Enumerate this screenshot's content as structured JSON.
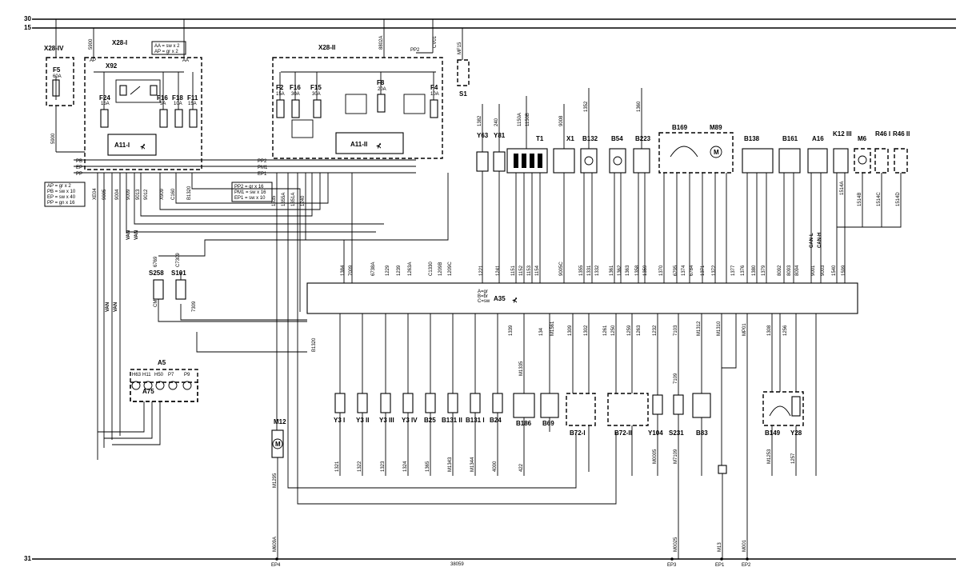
{
  "rails": [
    {
      "id": "rail-30",
      "label": "30"
    },
    {
      "id": "rail-15",
      "label": "15"
    },
    {
      "id": "rail-31",
      "label": "31"
    }
  ],
  "ground_points": [
    "EP4",
    "38059",
    "EP3",
    "EP1",
    "EP2"
  ],
  "relay_boxes": [
    {
      "name": "X28-IV",
      "fuses": [
        {
          "id": "F5",
          "rating": "60A"
        }
      ]
    },
    {
      "name": "X28-I",
      "fuses": [
        {
          "id": "F24",
          "rating": "15A"
        },
        {
          "id": "F16",
          "rating": "5A"
        },
        {
          "id": "F18",
          "rating": "10A"
        },
        {
          "id": "F11",
          "rating": "15A"
        }
      ],
      "relay": "X92",
      "module": "A11-I"
    },
    {
      "name": "X28-II",
      "fuses": [
        {
          "id": "F2",
          "rating": "15A"
        },
        {
          "id": "F16",
          "rating": "30A"
        },
        {
          "id": "F15",
          "rating": "30A"
        },
        {
          "id": "F8",
          "rating": "20A"
        },
        {
          "id": "F4",
          "rating": "10A"
        }
      ],
      "module": "A11-II"
    }
  ],
  "legends": [
    {
      "id": "legend-x28-i",
      "lines": [
        "AA = sw x 2",
        "AP = gr x 2"
      ]
    },
    {
      "id": "legend-left",
      "lines": [
        "AP = gr x 2",
        "PB = sw x 10",
        "EP = sw x 40",
        "PP = gn x 16"
      ]
    },
    {
      "id": "legend-mid",
      "lines": [
        "PP2 = gr x 16",
        "PM1 = sw x 16",
        "EP1 = sw x 10"
      ]
    },
    {
      "id": "legend-a35",
      "lines": [
        "A=gr",
        "B=br",
        "C=sw"
      ]
    }
  ],
  "bus_labels": {
    "left": [
      "PB",
      "EP",
      "PP"
    ],
    "mid": [
      "PP2",
      "PM1",
      "EP1"
    ]
  },
  "ecu": {
    "name": "A35"
  },
  "top_components": [
    {
      "name": "S1"
    },
    {
      "name": "Y63"
    },
    {
      "name": "Y81"
    },
    {
      "name": "T1"
    },
    {
      "name": "X1"
    },
    {
      "name": "B132"
    },
    {
      "name": "B54"
    },
    {
      "name": "B223"
    },
    {
      "name": "B169"
    },
    {
      "name": "M89"
    },
    {
      "name": "B138"
    },
    {
      "name": "B161"
    },
    {
      "name": "A16"
    },
    {
      "name": "K12 III"
    },
    {
      "name": "M6"
    },
    {
      "name": "R46 I"
    },
    {
      "name": "R46 II"
    }
  ],
  "bottom_components": [
    {
      "name": "Y3 I"
    },
    {
      "name": "Y3 II"
    },
    {
      "name": "Y3 III"
    },
    {
      "name": "Y3 IV"
    },
    {
      "name": "B25"
    },
    {
      "name": "B131 II"
    },
    {
      "name": "B131 I"
    },
    {
      "name": "B24"
    },
    {
      "name": "B186"
    },
    {
      "name": "B69"
    },
    {
      "name": "B72-I"
    },
    {
      "name": "B72-II"
    },
    {
      "name": "Y104"
    },
    {
      "name": "S231"
    },
    {
      "name": "B83"
    },
    {
      "name": "B149"
    },
    {
      "name": "Y28"
    }
  ],
  "left_components": [
    {
      "name": "S258"
    },
    {
      "name": "S101"
    },
    {
      "name": "A5"
    },
    {
      "name": "A75"
    },
    {
      "name": "M12"
    }
  ],
  "a5_sub": [
    "H63",
    "H11",
    "H50",
    "P7",
    "P9"
  ],
  "bus_tags": [
    "CAN-L",
    "CAN-H"
  ],
  "wire_codes_top": [
    "5900",
    "8802A",
    "CV01",
    "MF15",
    "PP2",
    "1382",
    "240",
    "1150A",
    "1150B",
    "9008",
    "1352",
    "1360",
    "1514A",
    "1514B",
    "1514C",
    "1514D"
  ],
  "wire_codes_pins": [
    "1384",
    "7009",
    "6738A",
    "1229",
    "1239",
    "1263A",
    "C1330",
    "1209B",
    "1209C",
    "1221",
    "1241",
    "1151",
    "1152",
    "1153",
    "1154",
    "9005C",
    "1355",
    "1331",
    "1332",
    "1361",
    "1362",
    "1363",
    "1358",
    "1359",
    "1370",
    "6795",
    "1374",
    "6784",
    "1371",
    "1372",
    "1377",
    "1376",
    "1380",
    "1379",
    "8092",
    "8093",
    "8094",
    "9001",
    "9003",
    "1540",
    "1599"
  ],
  "wire_codes_bottom": [
    "B1320",
    "1321",
    "1322",
    "1323",
    "1324",
    "1365",
    "M1343",
    "M1344",
    "4000",
    "422",
    "1339",
    "M1335",
    "134",
    "M1561",
    "1309",
    "1302",
    "1261",
    "1250",
    "1259",
    "1263",
    "1232",
    "7103",
    "7109",
    "M1312",
    "M1310",
    "MP01",
    "M1253",
    "1257",
    "1256",
    "1308",
    "M1295",
    "M609A",
    "M7109",
    "M0025",
    "M13",
    "M0005",
    "M001"
  ],
  "wire_codes_left": [
    "9005",
    "9004",
    "9009",
    "9012",
    "9013",
    "C160",
    "X909",
    "B1320",
    "XE04",
    "1335",
    "1355A",
    "1351A",
    "1240",
    "7309",
    "6769",
    "C7309",
    "CM",
    "VAN",
    "VAN",
    "VAN",
    "VAN"
  ]
}
